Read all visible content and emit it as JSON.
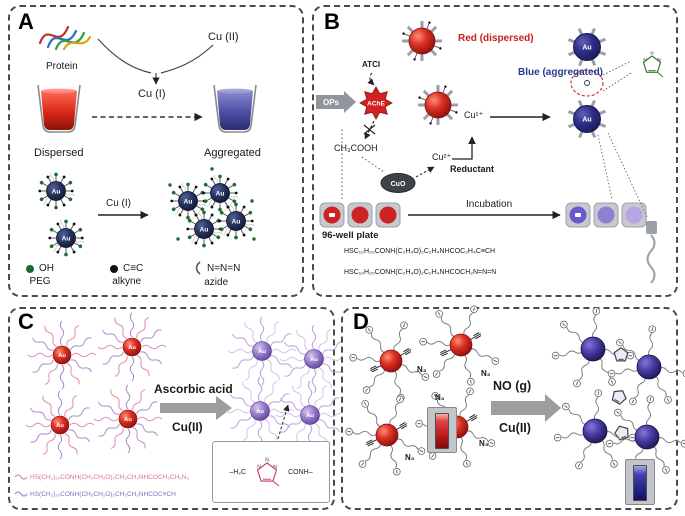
{
  "figure": {
    "shared": {
      "au": "Au",
      "n": "N"
    },
    "panel_a": {
      "label": "A",
      "protein": "Protein",
      "cu_ii": "Cu (II)",
      "cu_i": "Cu (I)",
      "dispersed": "Dispersed",
      "aggregated": "Aggregated",
      "arrow_label": "Cu (I)",
      "legend": {
        "oh": "OH",
        "peg": "PEG",
        "alkyne_formula": "C≡C",
        "alkyne": "alkyne",
        "azide_formula": "N=N=N",
        "azide": "azide"
      }
    },
    "panel_b": {
      "label": "B",
      "ops": "OPs",
      "ache": "AChE",
      "atci": "ATCI",
      "red_state": "Red (dispersed)",
      "blue_state": "Blue (aggregated)",
      "acetic_acid": "CH₃COOH",
      "cuo": "CuO",
      "cu2": "Cu²⁺",
      "cu1": "Cu¹⁺",
      "reductant": "Reductant",
      "incubation": "Incubation",
      "well_plate": "96-well plate",
      "alkyne_ligand": "HSC₁₀H₂₀CONH(C₂H₄O)₂C₂H₄NHCOC₂H₄C≡CH",
      "azide_ligand": "HSC₁₀H₂₀CONH(C₂H₄O)₂C₂H₄NHCOCH₂N=N=N"
    },
    "panel_c": {
      "label": "C",
      "reagent1": "Ascorbic acid",
      "reagent2": "Cu(II)",
      "azide_ligand": "HS(CH₂)₁₀CONH(CH₂CH₂O)₂CH₂CH₂NHCOCH₂CH₂N₃",
      "alkyne_ligand": "HS(CH₂)₁₀CONH(CH₂CH₂O)₂CH₂CH₂NHCOC≡CH",
      "linker_left": "–H₂C",
      "linker_right": "CONH–"
    },
    "panel_d": {
      "label": "D",
      "reagent1": "NO (g)",
      "reagent2": "Cu(II)",
      "n3": "N₃"
    },
    "colors": {
      "dispersed_red": "#c62828",
      "aggregated_blue": "#2b3990",
      "nanoparticle_purple": "#6a4fae",
      "peg_green": "#1c6b34"
    }
  }
}
